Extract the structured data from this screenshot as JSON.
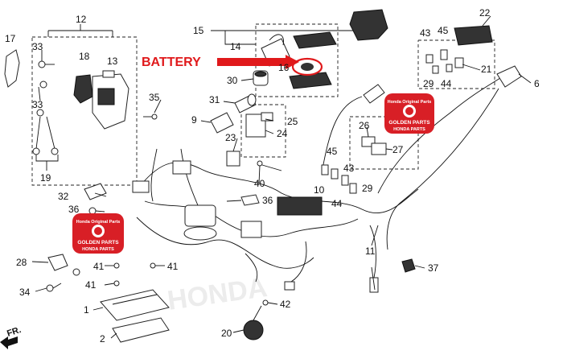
{
  "callout": {
    "text": "BATTERY",
    "color": "#e0191b"
  },
  "direction_label": "FR.",
  "watermark": {
    "line_top": "Honda Original Parts",
    "line_mid": "GOLDEN PARTS",
    "line_bottom": "HONDA PARTS",
    "brand_color": "#d81f26"
  },
  "part_numbers": {
    "p1": "1",
    "p2": "2",
    "p6": "6",
    "p9": "9",
    "p10": "10",
    "p11": "11",
    "p12": "12",
    "p13": "13",
    "p14": "14",
    "p15": "15",
    "p16": "16",
    "p17": "17",
    "p18": "18",
    "p19": "19",
    "p20": "20",
    "p21": "21",
    "p22": "22",
    "p23": "23",
    "p24": "24",
    "p25": "25",
    "p26": "26",
    "p27": "27",
    "p28": "28",
    "p29a": "29",
    "p29b": "29",
    "p30": "30",
    "p31": "31",
    "p32": "32",
    "p33a": "33",
    "p33b": "33",
    "p34": "34",
    "p35": "35",
    "p36a": "36",
    "p36b": "36",
    "p37": "37",
    "p40": "40",
    "p41a": "41",
    "p41b": "41",
    "p41c": "41",
    "p42": "42",
    "p43a": "43",
    "p43b": "43",
    "p44a": "44",
    "p44b": "44",
    "p45a": "45",
    "p45b": "45"
  }
}
